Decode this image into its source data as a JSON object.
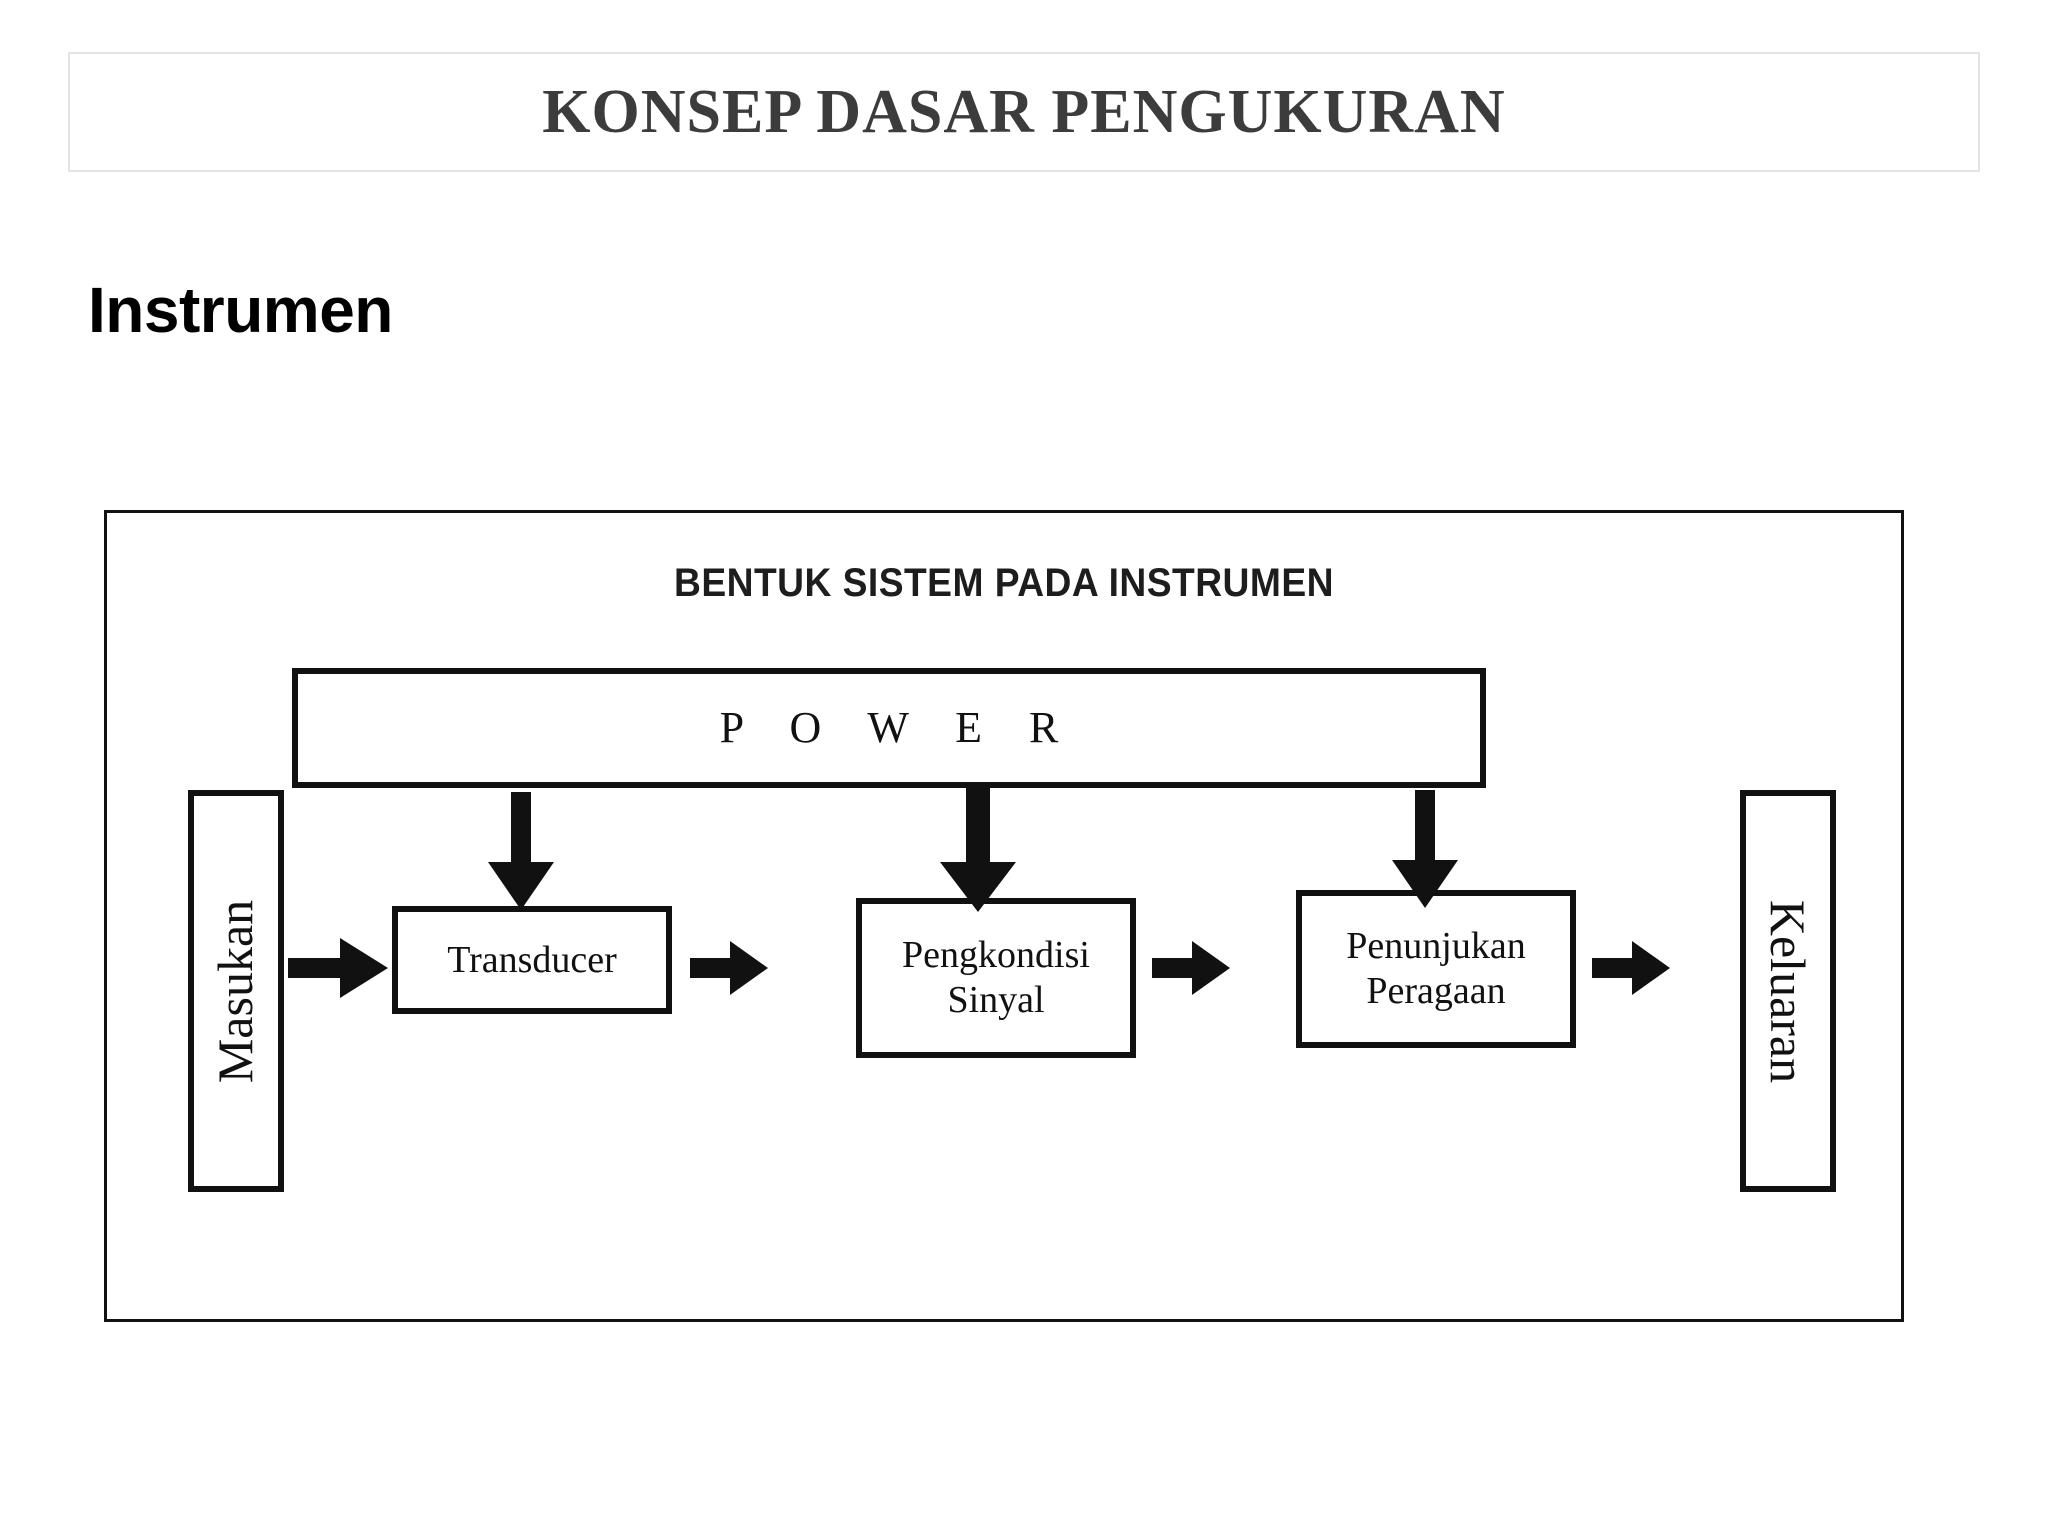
{
  "slide": {
    "title": "KONSEP DASAR PENGUKURAN",
    "heading": "Instrumen"
  },
  "diagram": {
    "title": "BENTUK SISTEM PADA INSTRUMEN",
    "power_label": "P O W E R",
    "input_label": "Masukan",
    "output_label": "Keluaran",
    "blocks": [
      {
        "label": "Transducer"
      },
      {
        "label": "Pengkondisi\nSinyal"
      },
      {
        "label": "Penunjukan\nPeragaan"
      }
    ],
    "colors": {
      "line": "#111111",
      "title_text": "#3c3c3c",
      "background": "#ffffff"
    }
  }
}
